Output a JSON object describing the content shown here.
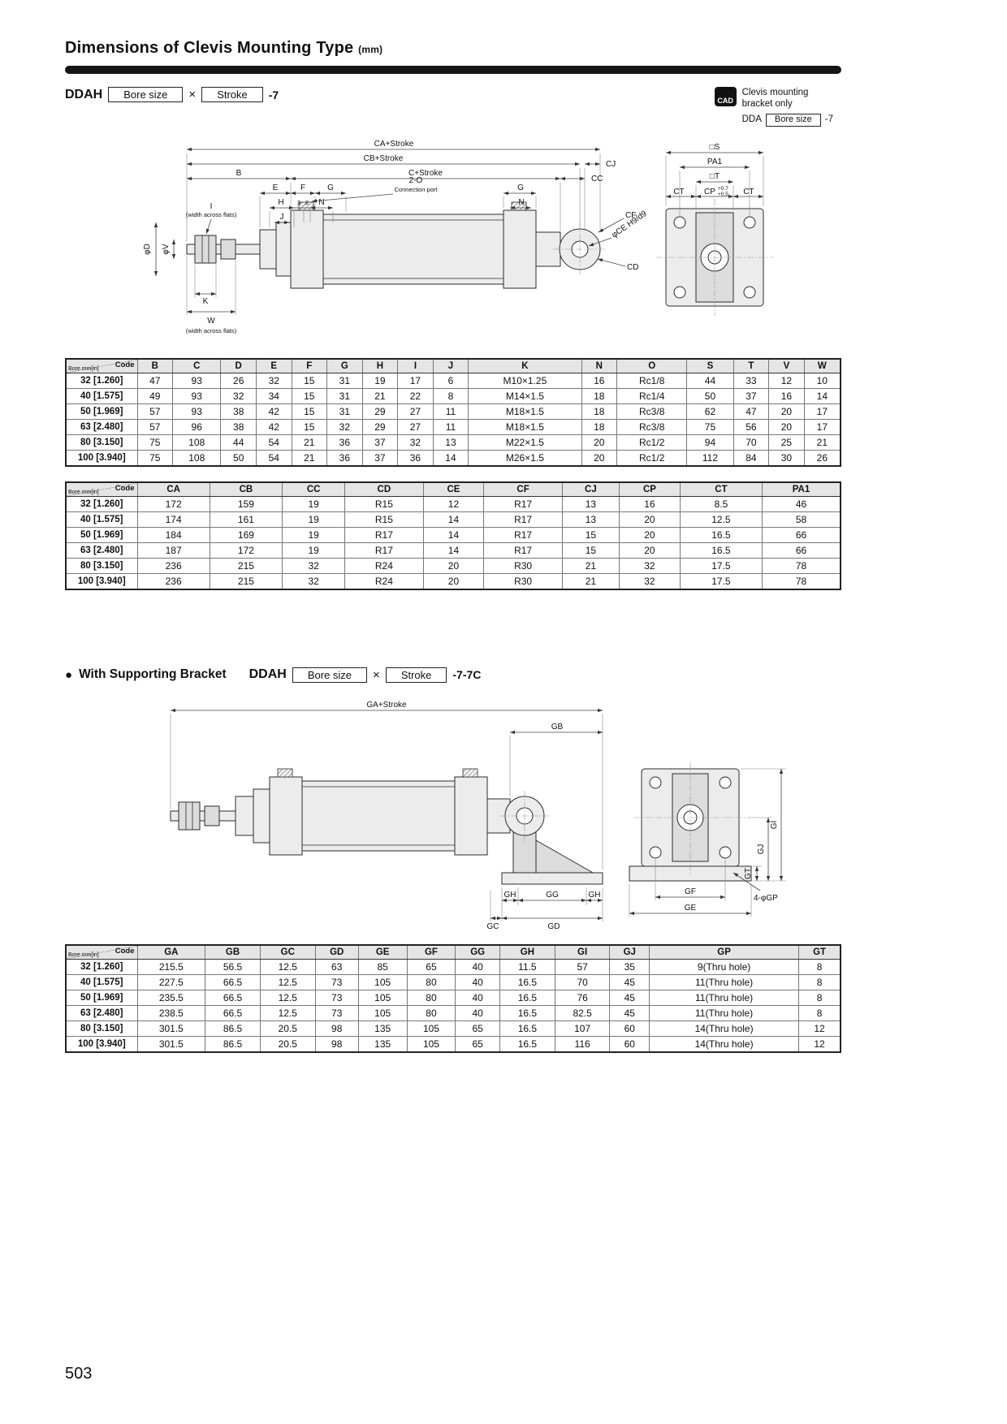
{
  "page": {
    "title": "Dimensions of Clevis Mounting Type",
    "title_unit": "(mm)",
    "page_number": "503"
  },
  "model1": {
    "prefix": "DDAH",
    "bore_label": "Bore size",
    "times": "×",
    "stroke_label": "Stroke",
    "suffix": "-7"
  },
  "cad_note": {
    "badge": "CAD",
    "line1": "Clevis mounting",
    "line2": "bracket only",
    "model_prefix": "DDA",
    "model_bore": "Bore size",
    "model_suffix": "-7"
  },
  "drw1": {
    "ca": "CA+Stroke",
    "cb": "CB+Stroke",
    "b": "B",
    "c": "C+Stroke",
    "cj": "CJ",
    "cc": "CC",
    "e": "E",
    "f": "F",
    "g_left": "G",
    "g_right": "G",
    "port_line1": "2-O",
    "port_line2": "Connection port",
    "h": "H",
    "n3": "3",
    "n2": "2",
    "n_left": "N",
    "n_right": "N",
    "j": "J",
    "i": "I",
    "waf1": "(width across flats)",
    "phi_d": "φD",
    "phi_v": "φV",
    "k": "K",
    "w": "W",
    "waf2": "(width across flats)",
    "cf": "CF",
    "phi_ce": "φCE H9/d9",
    "cd": "CD",
    "s": "□S",
    "pa1": "PA1",
    "t": "□T",
    "ct_l": "CT",
    "cp": "CP",
    "cp_tol_top": "+0.7",
    "cp_tol_bot": "+0.5",
    "ct_r": "CT"
  },
  "table1": {
    "corner_top": "Code",
    "corner_bottom": "Bore mm[in]",
    "columns": [
      "B",
      "C",
      "D",
      "E",
      "F",
      "G",
      "H",
      "I",
      "J",
      "K",
      "N",
      "O",
      "S",
      "T",
      "V",
      "W"
    ],
    "rows": [
      {
        "code": "32 [1.260]",
        "values": [
          "47",
          "93",
          "26",
          "32",
          "15",
          "31",
          "19",
          "17",
          "6",
          "M10×1.25",
          "16",
          "Rc1/8",
          "44",
          "33",
          "12",
          "10"
        ]
      },
      {
        "code": "40 [1.575]",
        "values": [
          "49",
          "93",
          "32",
          "34",
          "15",
          "31",
          "21",
          "22",
          "8",
          "M14×1.5",
          "18",
          "Rc1/4",
          "50",
          "37",
          "16",
          "14"
        ]
      },
      {
        "code": "50 [1.969]",
        "values": [
          "57",
          "93",
          "38",
          "42",
          "15",
          "31",
          "29",
          "27",
          "11",
          "M18×1.5",
          "18",
          "Rc3/8",
          "62",
          "47",
          "20",
          "17"
        ]
      },
      {
        "code": "63 [2.480]",
        "values": [
          "57",
          "96",
          "38",
          "42",
          "15",
          "32",
          "29",
          "27",
          "11",
          "M18×1.5",
          "18",
          "Rc3/8",
          "75",
          "56",
          "20",
          "17"
        ]
      },
      {
        "code": "80 [3.150]",
        "values": [
          "75",
          "108",
          "44",
          "54",
          "21",
          "36",
          "37",
          "32",
          "13",
          "M22×1.5",
          "20",
          "Rc1/2",
          "94",
          "70",
          "25",
          "21"
        ]
      },
      {
        "code": "100 [3.940]",
        "values": [
          "75",
          "108",
          "50",
          "54",
          "21",
          "36",
          "37",
          "36",
          "14",
          "M26×1.5",
          "20",
          "Rc1/2",
          "112",
          "84",
          "30",
          "26"
        ]
      }
    ]
  },
  "table2": {
    "corner_top": "Code",
    "corner_bottom": "Bore mm[in]",
    "columns": [
      "CA",
      "CB",
      "CC",
      "CD",
      "CE",
      "CF",
      "CJ",
      "CP",
      "CT",
      "PA1"
    ],
    "rows": [
      {
        "code": "32 [1.260]",
        "values": [
          "172",
          "159",
          "19",
          "R15",
          "12",
          "R17",
          "13",
          "16",
          "8.5",
          "46"
        ]
      },
      {
        "code": "40 [1.575]",
        "values": [
          "174",
          "161",
          "19",
          "R15",
          "14",
          "R17",
          "13",
          "20",
          "12.5",
          "58"
        ]
      },
      {
        "code": "50 [1.969]",
        "values": [
          "184",
          "169",
          "19",
          "R17",
          "14",
          "R17",
          "15",
          "20",
          "16.5",
          "66"
        ]
      },
      {
        "code": "63 [2.480]",
        "values": [
          "187",
          "172",
          "19",
          "R17",
          "14",
          "R17",
          "15",
          "20",
          "16.5",
          "66"
        ]
      },
      {
        "code": "80 [3.150]",
        "values": [
          "236",
          "215",
          "32",
          "R24",
          "20",
          "R30",
          "21",
          "32",
          "17.5",
          "78"
        ]
      },
      {
        "code": "100 [3.940]",
        "values": [
          "236",
          "215",
          "32",
          "R24",
          "20",
          "R30",
          "21",
          "32",
          "17.5",
          "78"
        ]
      }
    ]
  },
  "section2": {
    "bullet": "●",
    "title": "With Supporting Bracket",
    "prefix": "DDAH",
    "bore_label": "Bore size",
    "times": "×",
    "stroke_label": "Stroke",
    "suffix": "-7-7C"
  },
  "drw2": {
    "ga": "GA+Stroke",
    "gb": "GB",
    "gh_l": "GH",
    "gg": "GG",
    "gh_r": "GH",
    "gc": "GC",
    "gd": "GD",
    "gf": "GF",
    "ge": "GE",
    "gp": "4-φGP",
    "gt": "GT",
    "gj": "GJ",
    "gi": "GI"
  },
  "table3": {
    "corner_top": "Code",
    "corner_bottom": "Bore mm[in]",
    "columns": [
      "GA",
      "GB",
      "GC",
      "GD",
      "GE",
      "GF",
      "GG",
      "GH",
      "GI",
      "GJ",
      "GP",
      "GT"
    ],
    "rows": [
      {
        "code": "32 [1.260]",
        "values": [
          "215.5",
          "56.5",
          "12.5",
          "63",
          "85",
          "65",
          "40",
          "11.5",
          "57",
          "35",
          "9(Thru hole)",
          "8"
        ]
      },
      {
        "code": "40 [1.575]",
        "values": [
          "227.5",
          "66.5",
          "12.5",
          "73",
          "105",
          "80",
          "40",
          "16.5",
          "70",
          "45",
          "11(Thru hole)",
          "8"
        ]
      },
      {
        "code": "50 [1.969]",
        "values": [
          "235.5",
          "66.5",
          "12.5",
          "73",
          "105",
          "80",
          "40",
          "16.5",
          "76",
          "45",
          "11(Thru hole)",
          "8"
        ]
      },
      {
        "code": "63 [2.480]",
        "values": [
          "238.5",
          "66.5",
          "12.5",
          "73",
          "105",
          "80",
          "40",
          "16.5",
          "82.5",
          "45",
          "11(Thru hole)",
          "8"
        ]
      },
      {
        "code": "80 [3.150]",
        "values": [
          "301.5",
          "86.5",
          "20.5",
          "98",
          "135",
          "105",
          "65",
          "16.5",
          "107",
          "60",
          "14(Thru hole)",
          "12"
        ]
      },
      {
        "code": "100 [3.940]",
        "values": [
          "301.5",
          "86.5",
          "20.5",
          "98",
          "135",
          "105",
          "65",
          "16.5",
          "116",
          "60",
          "14(Thru hole)",
          "12"
        ]
      }
    ]
  }
}
